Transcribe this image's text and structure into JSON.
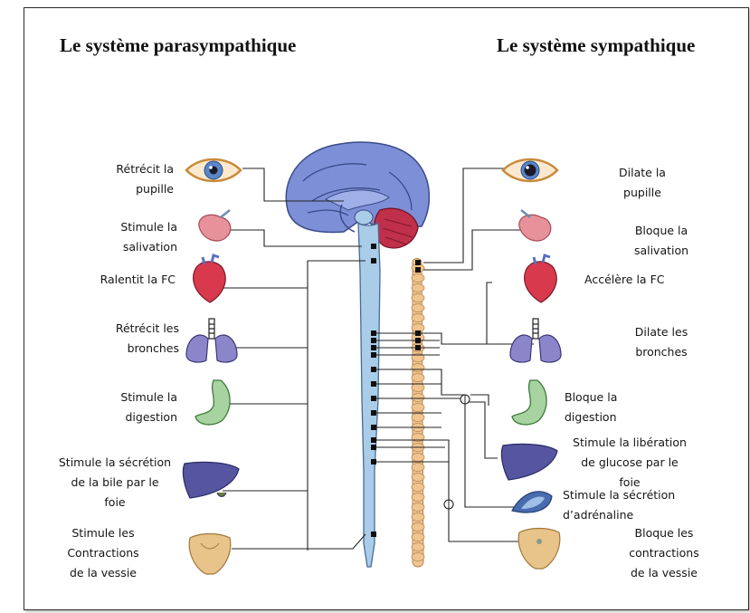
{
  "titles": {
    "parasympathetic": "Le système parasympathique",
    "sympathetic": "Le système sympathique"
  },
  "colors": {
    "brain": "#7d8fd6",
    "cerebellum": "#c0304a",
    "spinal_cord": "#a9cde8",
    "ganglion_chain": "#f0c48e",
    "heart": "#d8394d",
    "lungs": "#8b86c9",
    "stomach": "#a6d3a0",
    "liver": "#5555a0",
    "eye_iris": "#5a86c8",
    "bladder": "#e8c48a",
    "gland": "#e7929a"
  },
  "parasympathetic_labels": {
    "pupil": "Rétrécit la\npupille",
    "saliva": "Stimule la\nsalivation",
    "heart": "Ralentit la FC",
    "bronchi": "Rétrécit les\nbronches",
    "digestion": "Stimule la\ndigestion",
    "bile": "Stimule la sécrétion\nde la bile par le\nfoie",
    "bladder": "Stimule les\nContractions\nde la vessie"
  },
  "sympathetic_labels": {
    "pupil": "Dilate la\npupille",
    "saliva": "Bloque la\nsalivation",
    "heart": "Accélère la FC",
    "bronchi": "Dilate les\nbronches",
    "digestion": "Bloque la\ndigestion",
    "glucose": "Stimule la libération\nde glucose par le\nfoie",
    "adrenaline": "Stimule la sécrétion\nd’adrénaline",
    "bladder": "Bloque les\ncontractions\nde la vessie"
  },
  "icons": [
    "eye-icon",
    "salivary-gland-icon",
    "heart-icon",
    "lungs-icon",
    "stomach-icon",
    "liver-icon",
    "adrenal-gland-icon",
    "bladder-icon",
    "brain-icon",
    "spinal-cord-icon",
    "ganglion-chain-icon"
  ]
}
